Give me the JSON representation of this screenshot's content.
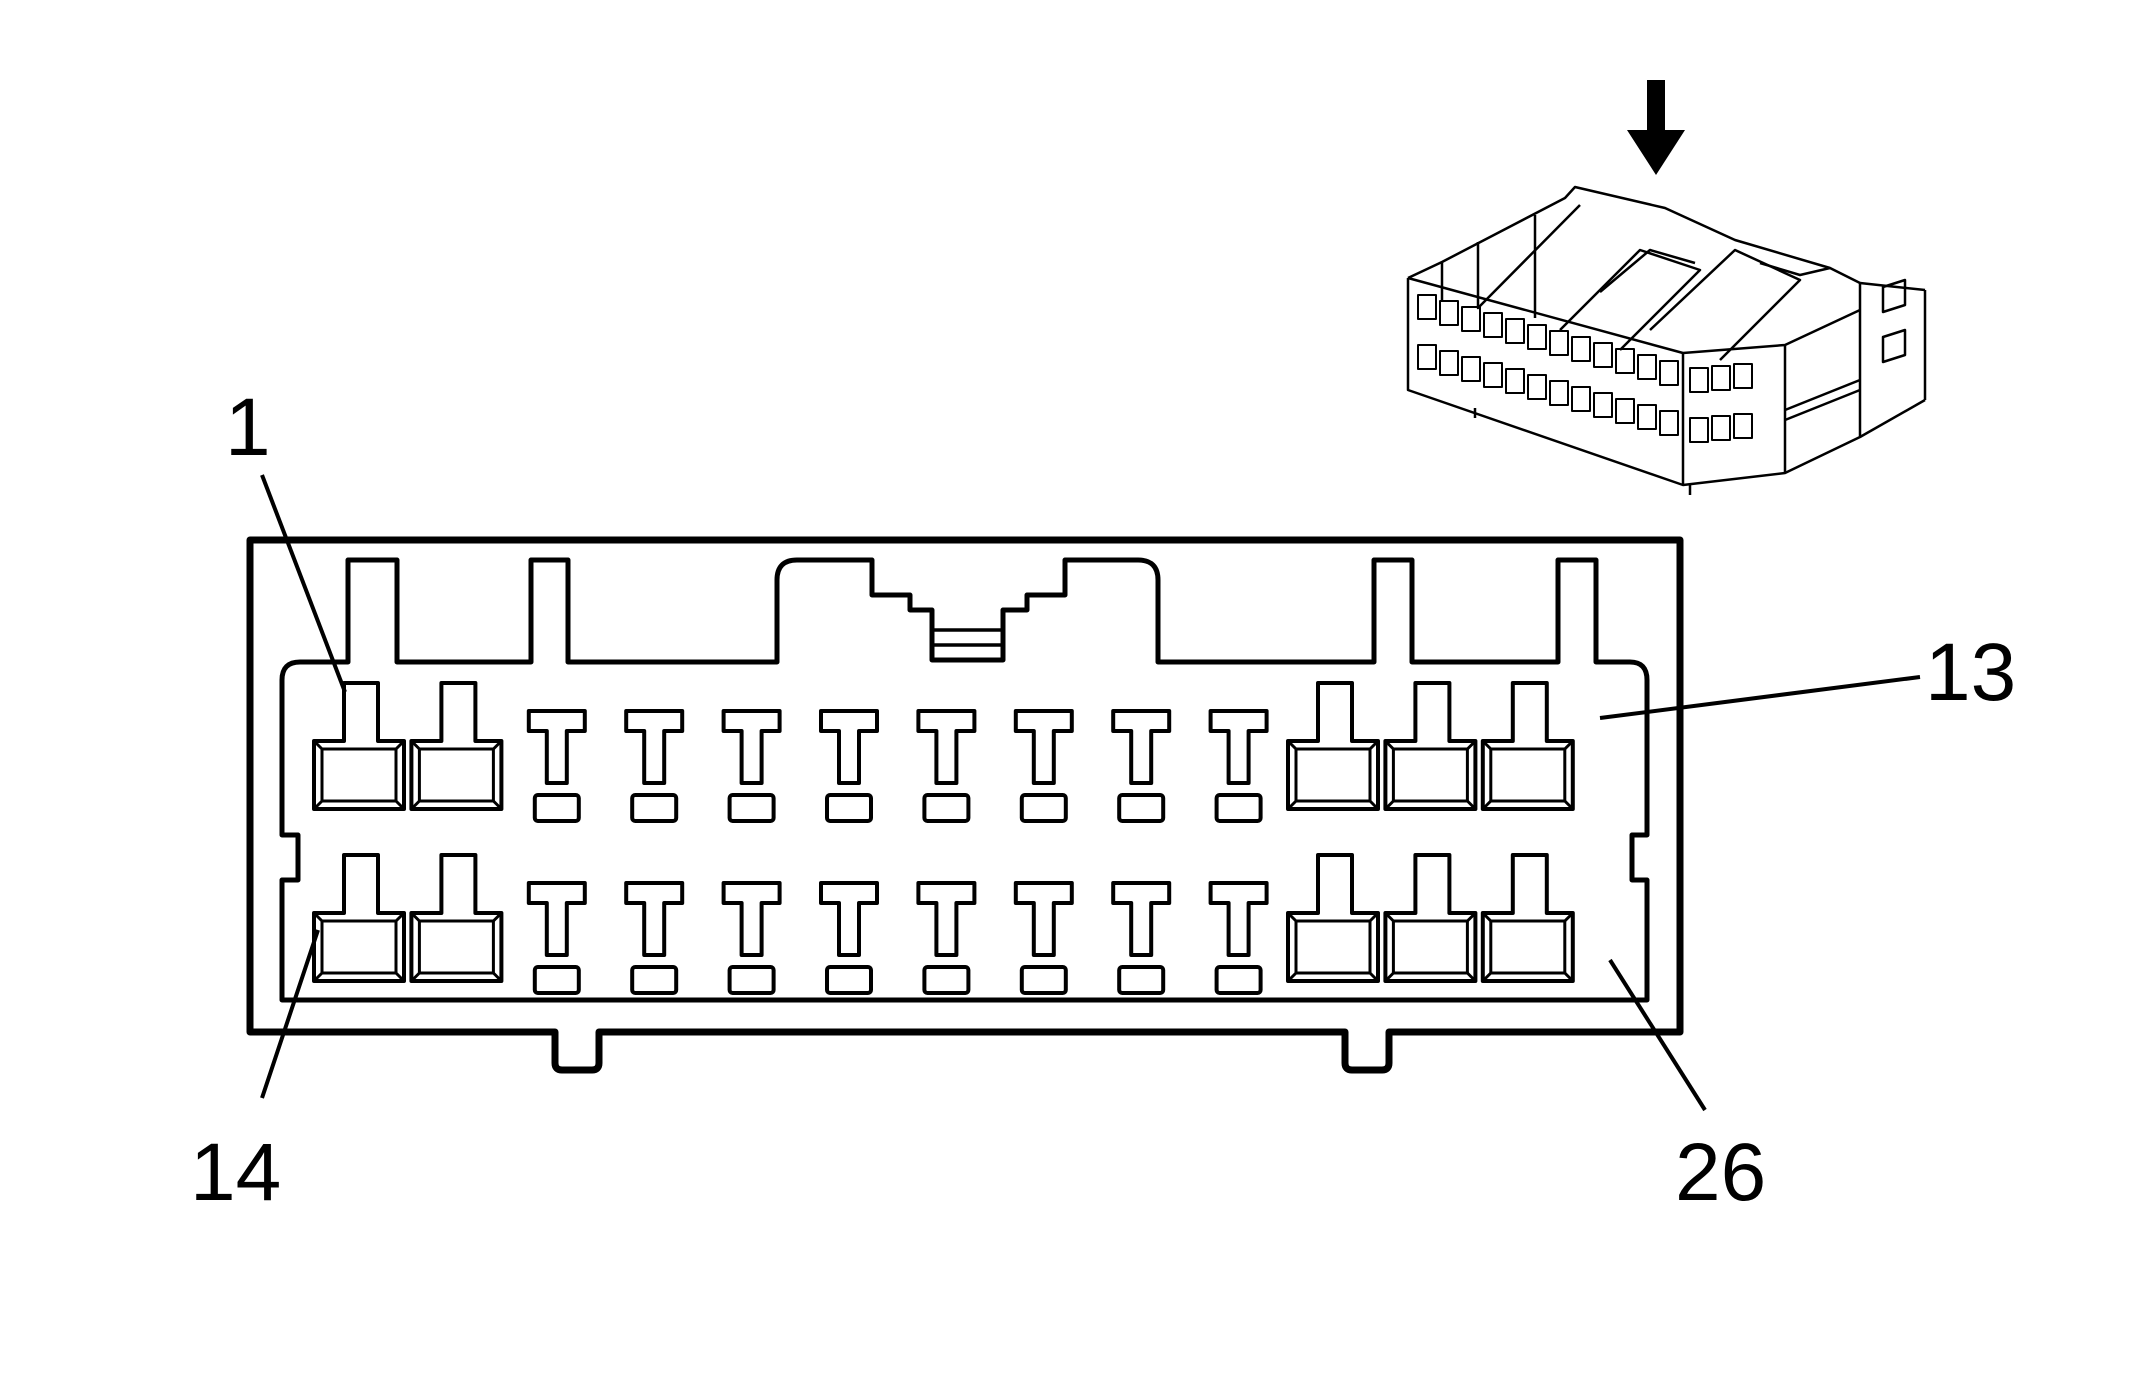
{
  "diagram": {
    "type": "connector-face-view",
    "pin_labels": {
      "first_top": "1",
      "last_top": "13",
      "first_bottom": "14",
      "last_bottom": "26"
    },
    "rows": 2,
    "cavities_per_row": 13,
    "cavity_pattern": [
      "large",
      "large",
      "small",
      "small",
      "small",
      "small",
      "small",
      "small",
      "small",
      "small",
      "large",
      "large",
      "large"
    ],
    "inset_view_arrow": "down-arrow-icon",
    "colors": {
      "line": "#000000",
      "background": "#ffffff"
    }
  }
}
